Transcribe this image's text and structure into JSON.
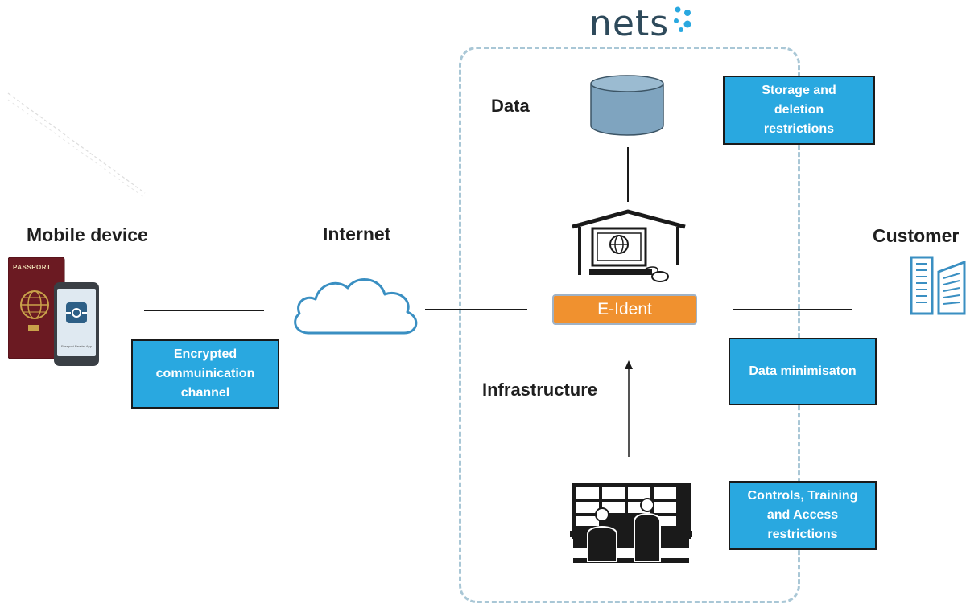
{
  "logo": {
    "text": "nets"
  },
  "labels": {
    "mobile_device": "Mobile device",
    "internet": "Internet",
    "customer": "Customer",
    "data": "Data",
    "infrastructure": "Infrastructure"
  },
  "boxes": {
    "encrypted": "Encrypted\ncommuinication\nchannel",
    "storage": "Storage  and\ndeletion\nrestrictions",
    "minimisation": "Data minimisaton",
    "controls": "Controls, Training\nand Access\nrestrictions"
  },
  "eident": {
    "label": "E-Ident"
  },
  "device": {
    "passport_label": "PASSPORT",
    "app_label": "Passport Reader App"
  },
  "colors": {
    "box_fill": "#29a8e0",
    "eident_fill": "#f0912f",
    "dashed_frame": "#a9c7d6",
    "logo_text": "#2e4a5b",
    "logo_dots": "#29a8e0",
    "database": "#7fa4bf",
    "building": "#3a8fc2"
  },
  "icons": [
    "passport-icon",
    "phone-icon",
    "cloud-icon",
    "database-icon",
    "computer-house-icon",
    "control-room-icon",
    "buildings-icon"
  ]
}
